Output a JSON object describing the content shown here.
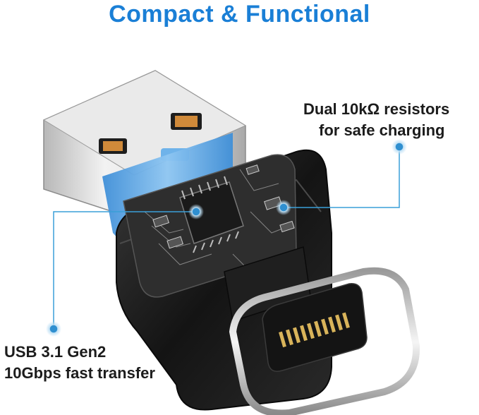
{
  "headline": "Compact & Functional",
  "callouts": {
    "resistors": {
      "line1": "Dual 10kΩ resistors",
      "line2": "for safe charging"
    },
    "usb": {
      "line1": "USB 3.1 Gen2",
      "line2": "10Gbps fast transfer"
    }
  },
  "colors": {
    "headline": "#1a7fd6",
    "leader": "#3a9fd8",
    "usb3_insert": "#5aa8e6",
    "housing": "#1a1a1a",
    "metal": "#d9d9d9"
  }
}
